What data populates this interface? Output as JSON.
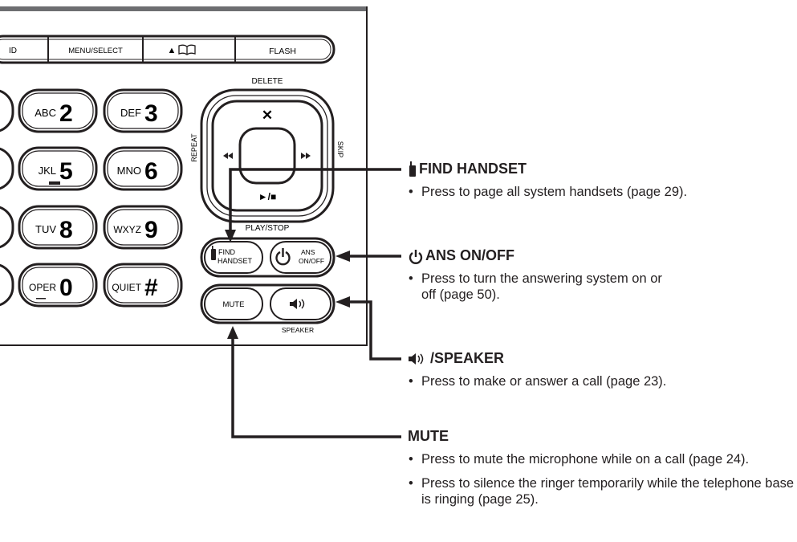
{
  "top_keys": [
    "ID",
    "MENU/SELECT",
    "▲",
    "FLASH"
  ],
  "keypad": [
    {
      "letters": "ABC",
      "digit": "2"
    },
    {
      "letters": "DEF",
      "digit": "3"
    },
    {
      "letters": "JKL",
      "digit": "5"
    },
    {
      "letters": "MNO",
      "digit": "6"
    },
    {
      "letters": "TUV",
      "digit": "8"
    },
    {
      "letters": "WXYZ",
      "digit": "9"
    },
    {
      "letters": "OPER",
      "digit": "0"
    },
    {
      "letters": "QUIET",
      "digit": "#"
    }
  ],
  "nav": {
    "delete": "DELETE",
    "repeat": "REPEAT",
    "skip": "SKIP",
    "play_stop": "PLAY/STOP",
    "x_symbol": "✕",
    "play_symbol": "►/■"
  },
  "function_keys": {
    "find_line1": "FIND",
    "find_line2": "HANDSET",
    "ans_line1": "ANS",
    "ans_line2": "ON/OFF",
    "mute": "MUTE",
    "speaker_label": "SPEAKER"
  },
  "callouts": [
    {
      "id": "find-handset",
      "icon": "handset-icon",
      "heading": "FIND HANDSET",
      "bullets": [
        "Press to page all system handsets (page 29)."
      ]
    },
    {
      "id": "ans-onoff",
      "icon": "power-icon",
      "heading": "ANS ON/OFF",
      "bullets": [
        "Press to turn the answering system on or off (page 50)."
      ]
    },
    {
      "id": "speaker",
      "icon": "speaker-icon",
      "heading": "/SPEAKER",
      "bullets": [
        "Press to make or answer a call (page 23)."
      ]
    },
    {
      "id": "mute",
      "icon": "",
      "heading": "MUTE",
      "bullets": [
        "Press to mute the microphone while on a call (page 24).",
        "Press to silence the ringer temporarily while the telephone base is ringing (page 25)."
      ]
    }
  ]
}
